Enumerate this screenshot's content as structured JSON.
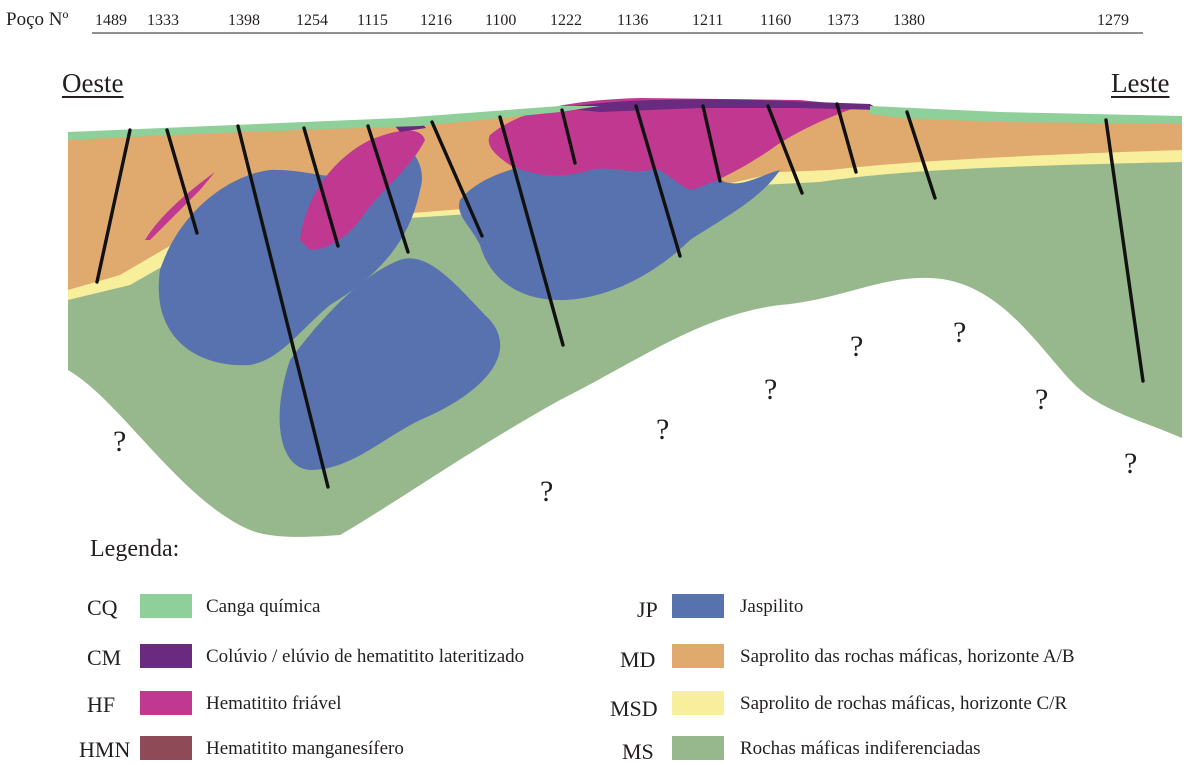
{
  "header": {
    "poco_label": "Poço Nº",
    "wells": [
      "1489",
      "1333",
      "1398",
      "1254",
      "1115",
      "1216",
      "1100",
      "1222",
      "1136",
      "1211",
      "1160",
      "1373",
      "1380",
      "1279"
    ]
  },
  "section": {
    "west_label": "Oeste",
    "east_label": "Leste",
    "unknown_mark": "?"
  },
  "legend": {
    "title": "Legenda:",
    "items": [
      {
        "code": "CQ",
        "label": "Canga química",
        "color": "#8fcf9a"
      },
      {
        "code": "CM",
        "label": "Colúvio / elúvio de hematitito lateritizado",
        "color": "#6a2a80"
      },
      {
        "code": "HF",
        "label": "Hematitito friável",
        "color": "#c0388f"
      },
      {
        "code": "HMN",
        "label": "Hematitito manganesífero",
        "color": "#8f4a58"
      },
      {
        "code": "JP",
        "label": "Jaspilito",
        "color": "#5872b0"
      },
      {
        "code": "MD",
        "label": "Saprolito das rochas máficas, horizonte A/B",
        "color": "#e0aa6e"
      },
      {
        "code": "MSD",
        "label": "Saprolito de rochas máficas, horizonte C/R",
        "color": "#f7ef9c"
      },
      {
        "code": "MS",
        "label": "Rochas máficas indiferenciadas",
        "color": "#97b78c"
      }
    ]
  }
}
